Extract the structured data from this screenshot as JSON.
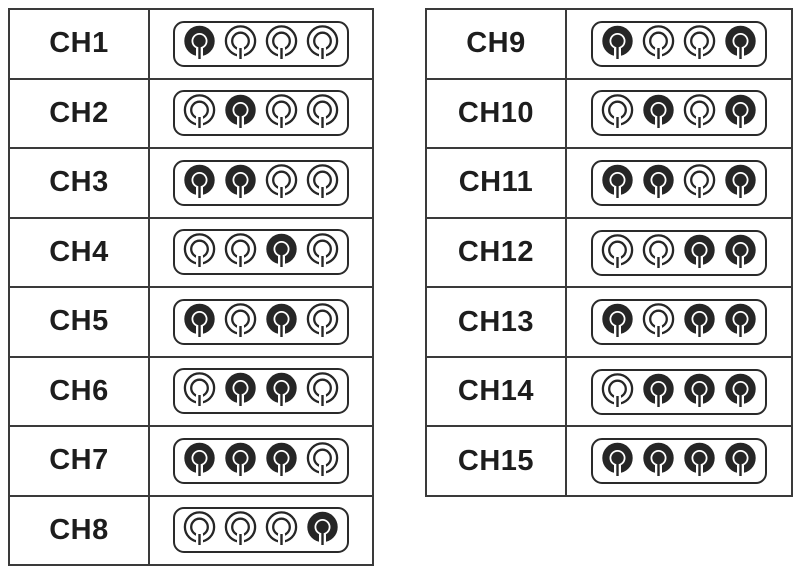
{
  "page": {
    "background": "#ffffff",
    "ink": "#262626",
    "grid_line": "#3a3a3a"
  },
  "legend": {
    "on_state": "filled rotary switch",
    "off_state": "open rotary switch",
    "switches_per_channel": 4
  },
  "tables": [
    {
      "name": "channels-1-8",
      "rows": [
        {
          "label": "CH1",
          "switches": [
            1,
            0,
            0,
            0
          ]
        },
        {
          "label": "CH2",
          "switches": [
            0,
            1,
            0,
            0
          ]
        },
        {
          "label": "CH3",
          "switches": [
            1,
            1,
            0,
            0
          ]
        },
        {
          "label": "CH4",
          "switches": [
            0,
            0,
            1,
            0
          ]
        },
        {
          "label": "CH5",
          "switches": [
            1,
            0,
            1,
            0
          ]
        },
        {
          "label": "CH6",
          "switches": [
            0,
            1,
            1,
            0
          ]
        },
        {
          "label": "CH7",
          "switches": [
            1,
            1,
            1,
            0
          ]
        },
        {
          "label": "CH8",
          "switches": [
            0,
            0,
            0,
            1
          ]
        }
      ]
    },
    {
      "name": "channels-9-15",
      "rows": [
        {
          "label": "CH9",
          "switches": [
            1,
            0,
            0,
            1
          ]
        },
        {
          "label": "CH10",
          "switches": [
            0,
            1,
            0,
            1
          ]
        },
        {
          "label": "CH11",
          "switches": [
            1,
            1,
            0,
            1
          ]
        },
        {
          "label": "CH12",
          "switches": [
            0,
            0,
            1,
            1
          ]
        },
        {
          "label": "CH13",
          "switches": [
            1,
            0,
            1,
            1
          ]
        },
        {
          "label": "CH14",
          "switches": [
            0,
            1,
            1,
            1
          ]
        },
        {
          "label": "CH15",
          "switches": [
            1,
            1,
            1,
            1
          ]
        }
      ]
    }
  ]
}
